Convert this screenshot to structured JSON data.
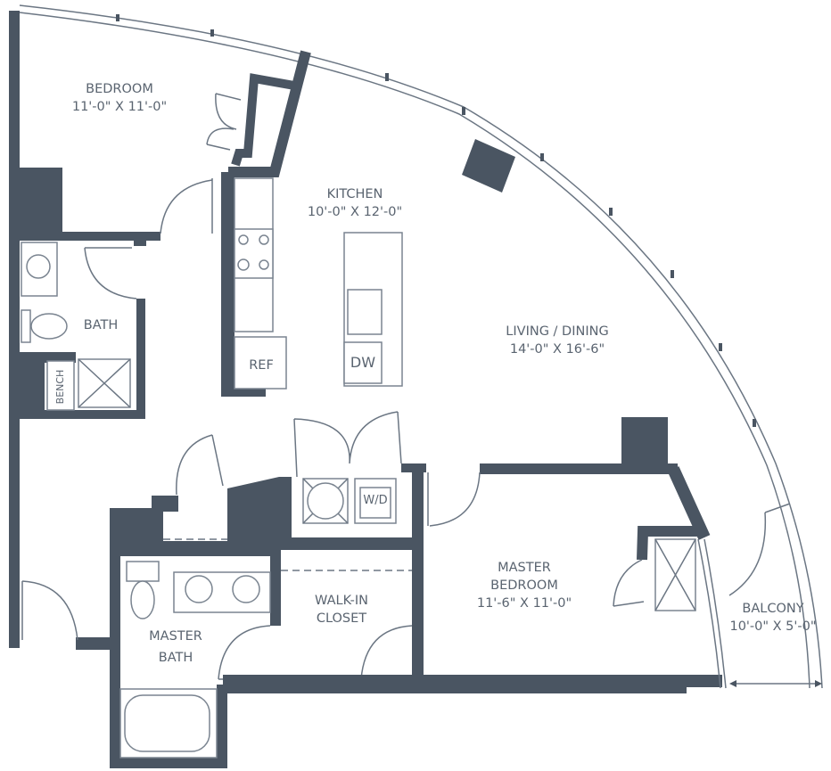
{
  "rooms": {
    "bedroom": {
      "name": "BEDROOM",
      "size": "11'-0\" X 11'-0\""
    },
    "kitchen": {
      "name": "KITCHEN",
      "size": "10'-0\" X 12'-0\""
    },
    "living": {
      "name": "LIVING / DINING",
      "size": "14'-0\" X 16'-6\""
    },
    "bath": {
      "name": "BATH"
    },
    "master_bedroom": {
      "name1": "MASTER",
      "name2": "BEDROOM",
      "size": "11'-6\" X 11'-0\""
    },
    "balcony": {
      "name": "BALCONY",
      "size": "10'-0\" X 5'-0\""
    },
    "walk_in": {
      "name1": "WALK-IN",
      "name2": "CLOSET"
    },
    "master_bath": {
      "name1": "MASTER",
      "name2": "BATH"
    }
  },
  "fixtures": {
    "ref": "REF",
    "dw": "DW",
    "wd": "W/D",
    "bench": "BENCH"
  },
  "colors": {
    "wall": "#4a5562",
    "text": "#5a6470"
  }
}
